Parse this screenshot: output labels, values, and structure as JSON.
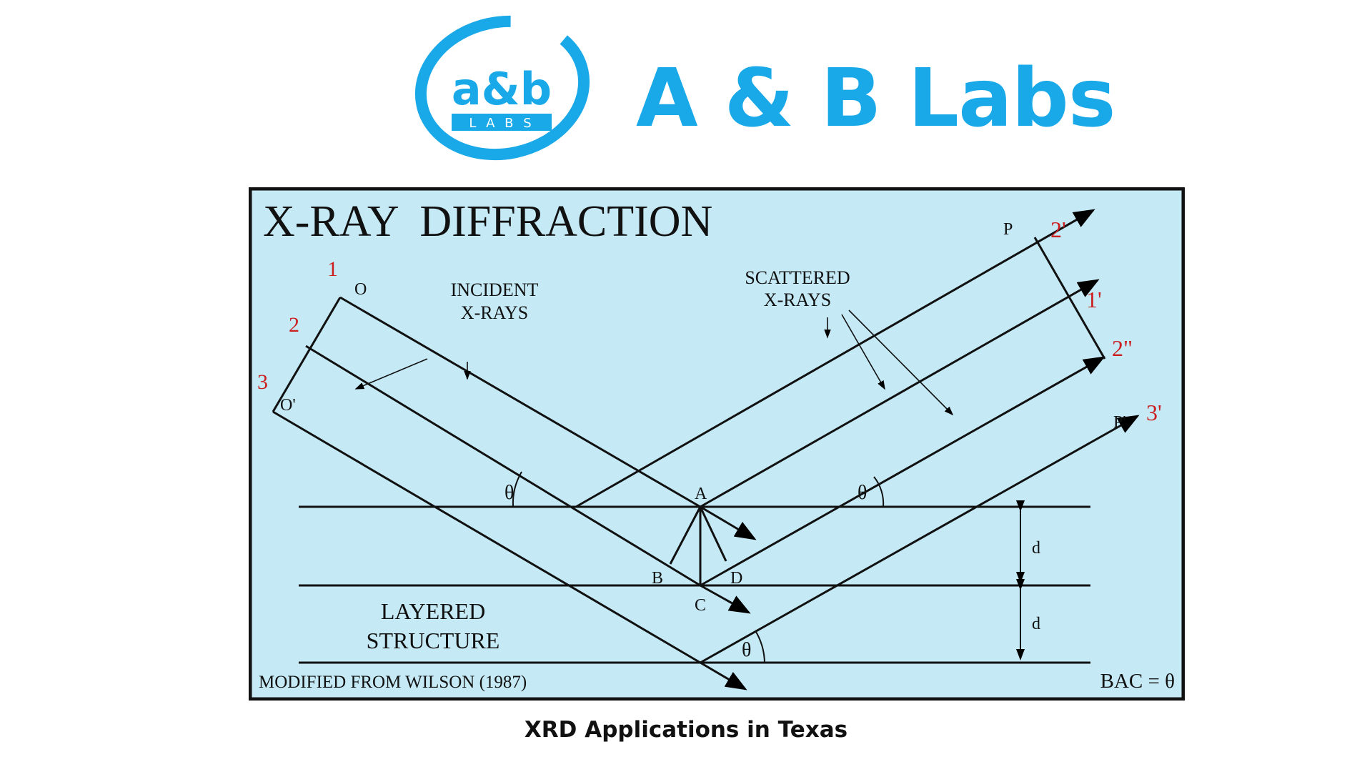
{
  "brand": {
    "name": "A & B Labs",
    "mark_top": "a&b",
    "mark_bottom": "L A B S",
    "color": "#1aa9e8"
  },
  "diagram": {
    "title": "X-RAY  DIFFRACTION",
    "background": "#c5eaf6",
    "label_color": "#cc1f1f",
    "labels": {
      "incident_line1": "INCIDENT",
      "incident_line2": "X-RAYS",
      "scattered_line1": "SCATTERED",
      "scattered_line2": "X-RAYS",
      "layered_line1": "LAYERED",
      "layered_line2": "STRUCTURE",
      "credit": "MODIFIED FROM WILSON (1987)",
      "equation": "BAC = θ",
      "spacing_1": "d",
      "spacing_2": "d",
      "theta_left": "θ",
      "theta_right": "θ",
      "theta_bottom": "θ"
    },
    "points": {
      "O": "O",
      "O_prime": "O'",
      "P": "P",
      "P_prime": "P'",
      "A": "A",
      "B": "B",
      "C": "C",
      "D": "D"
    },
    "rays": {
      "in_1": "1",
      "in_2": "2",
      "in_3": "3",
      "out_1": "1'",
      "out_2": "2'",
      "out_2b": "2\"",
      "out_3": "3'"
    }
  },
  "caption": "XRD Applications in Texas"
}
